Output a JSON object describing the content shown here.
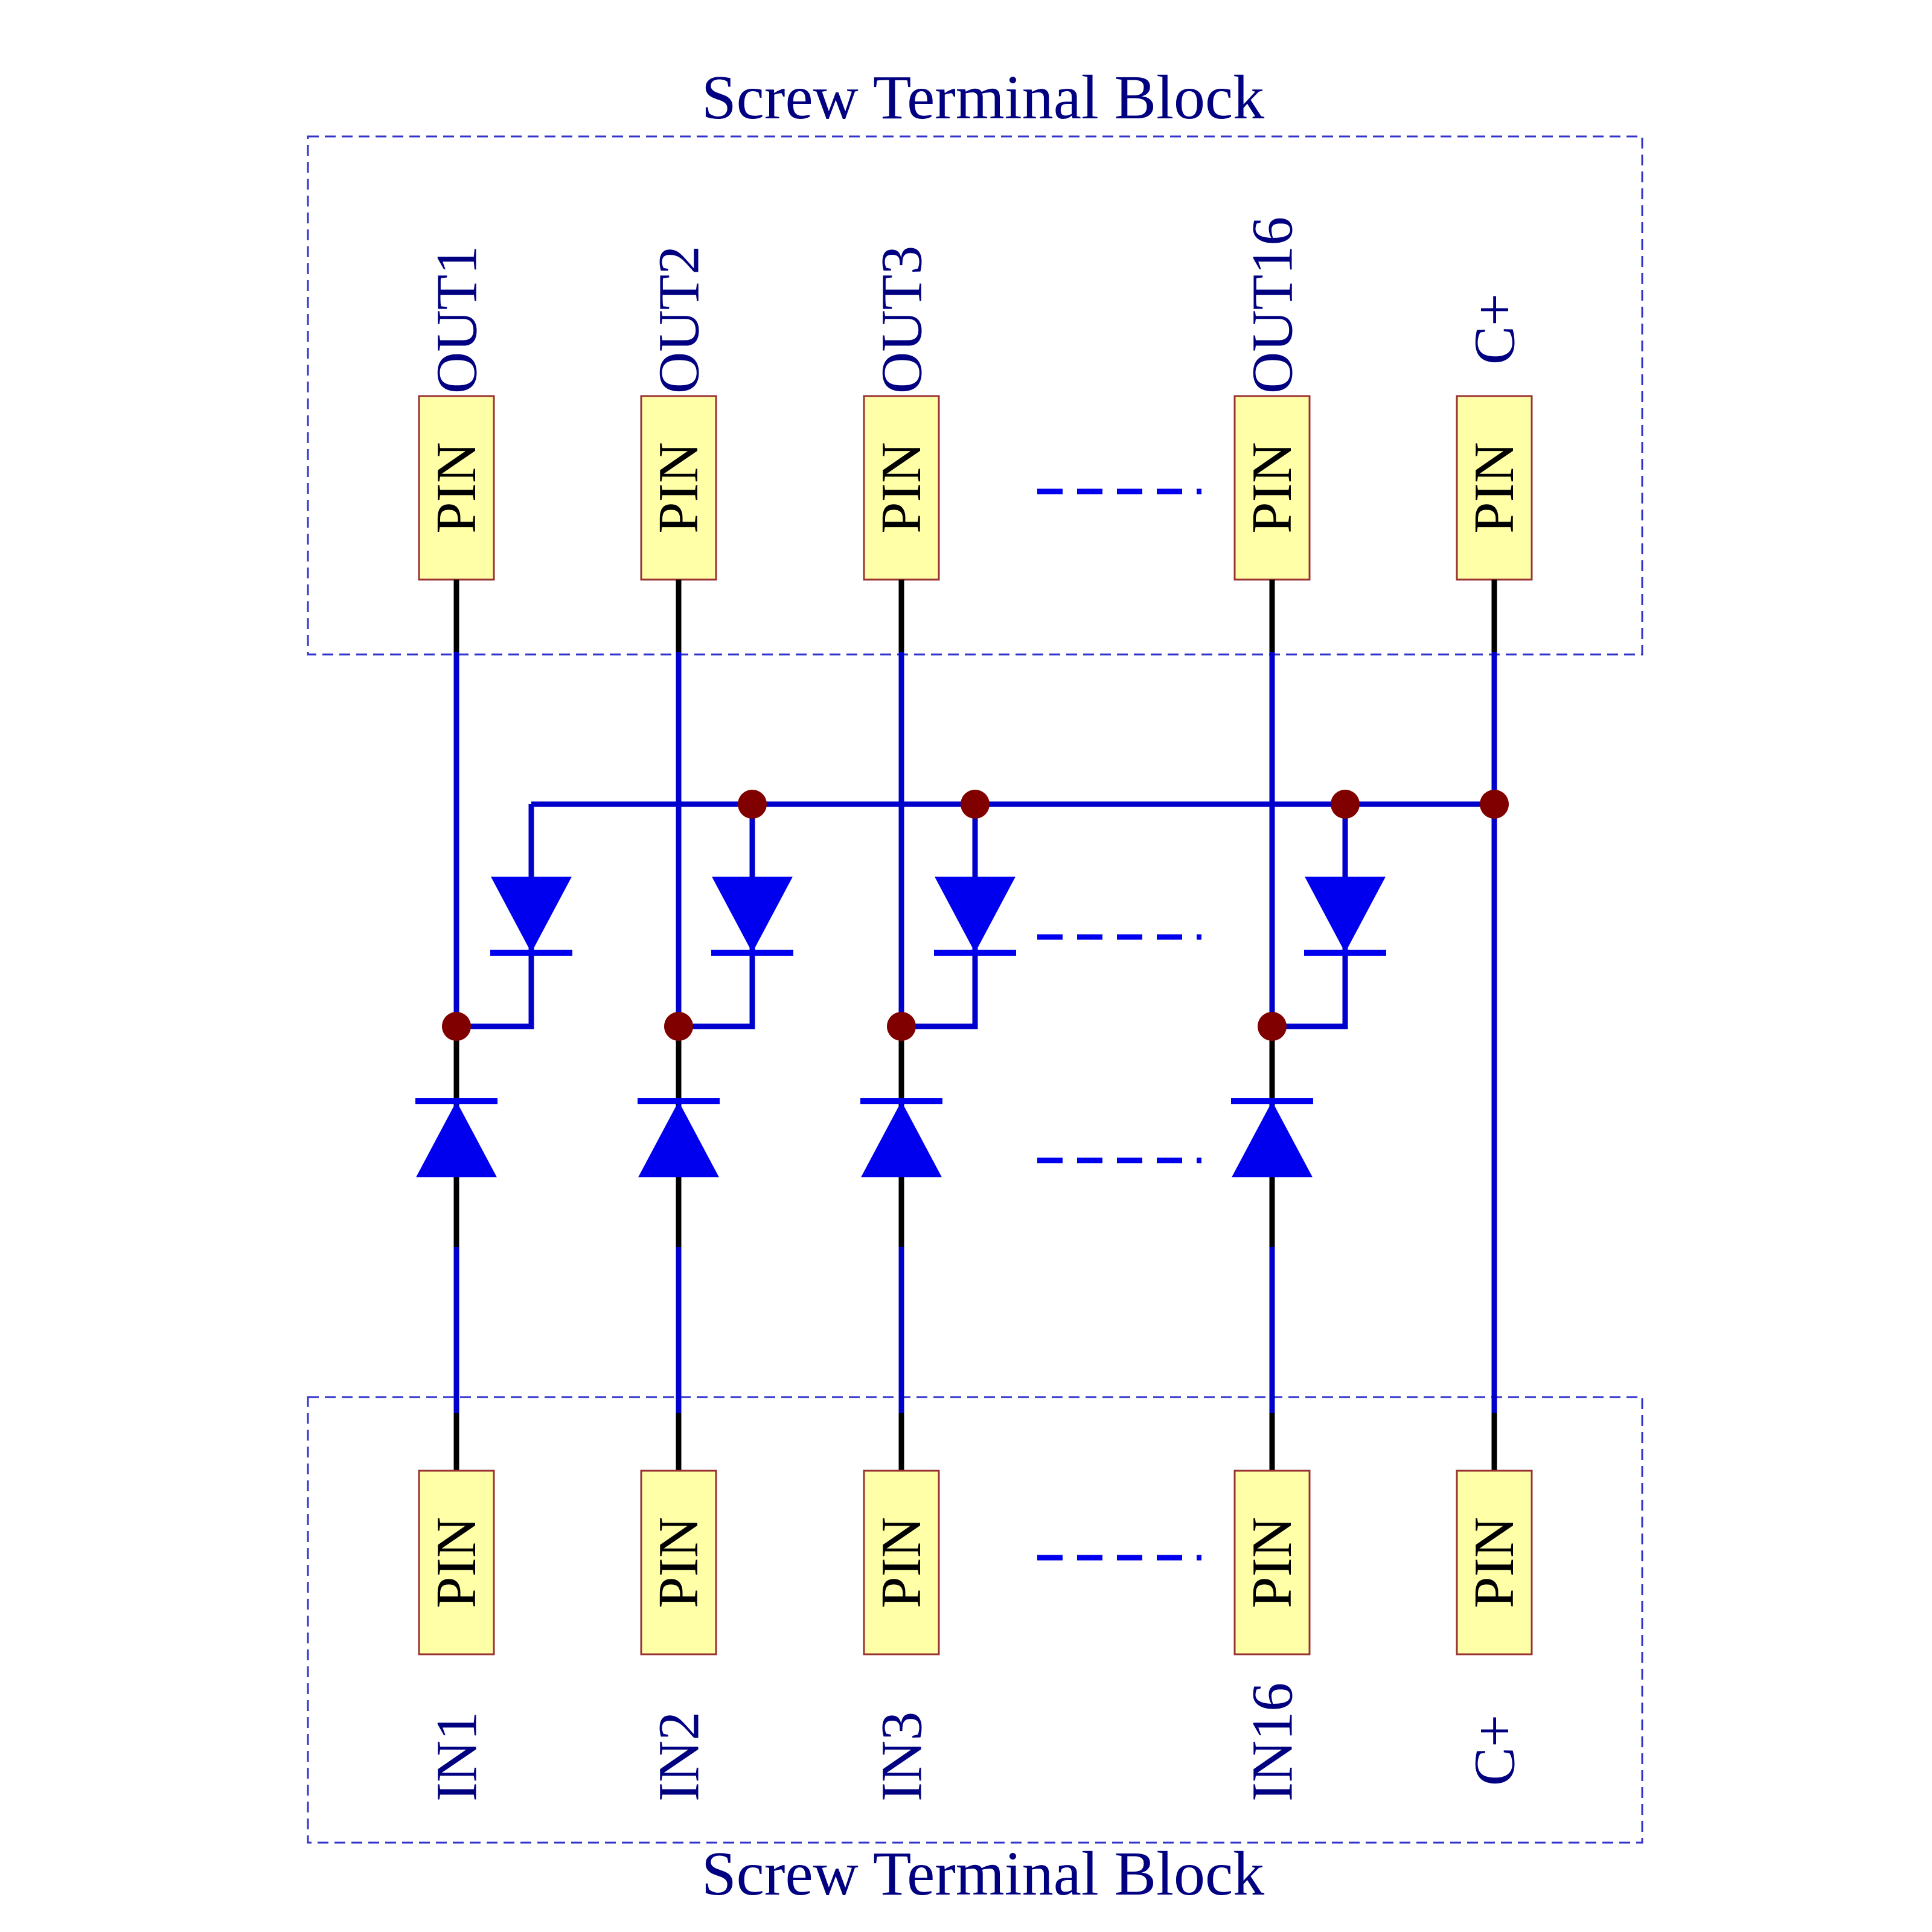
{
  "title_top": "Screw Terminal  Block",
  "title_bottom": "Screw Terminal  Block",
  "pin_label": "PIN",
  "top_terminals": [
    "OUT1",
    "OUT2",
    "OUT3",
    "OUT16",
    "C+"
  ],
  "bottom_terminals": [
    "IN1",
    "IN2",
    "IN3",
    "IN16",
    "C+"
  ],
  "colors": {
    "wire": "#0000cc",
    "diode": "#0000ee",
    "junction": "#800000",
    "pin_fill": "#ffffa8",
    "label": "#000080"
  }
}
